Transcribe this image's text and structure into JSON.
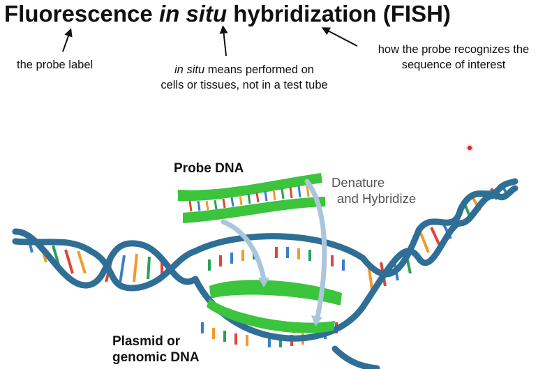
{
  "title": {
    "part1": "Fluorescence ",
    "part2_italic": "in situ",
    "part3": " hybridization (FISH)"
  },
  "annotations": {
    "probe_label": "the probe label",
    "insitu_italic": "in situ",
    "insitu_line1_rest": " means performed on",
    "insitu_line2": "cells or tissues, not in a test tube",
    "recognize_line1": "how the probe recognizes the",
    "recognize_line2": "sequence of interest"
  },
  "diagram": {
    "probe_dna": "Probe DNA",
    "denature_line1": "Denature",
    "denature_line2": "and Hybridize",
    "genomic_line1": "Plasmid or",
    "genomic_line2": "genomic DNA"
  },
  "colors": {
    "backbone": "#2f6f96",
    "probe_green": "#3cc43c",
    "arrow_blue": "#a9c6dc",
    "base_orange": "#f39a2a",
    "base_red": "#e0443a",
    "base_green": "#2aa05a",
    "base_blue": "#3a7fc9",
    "pointer": "#e02020"
  }
}
